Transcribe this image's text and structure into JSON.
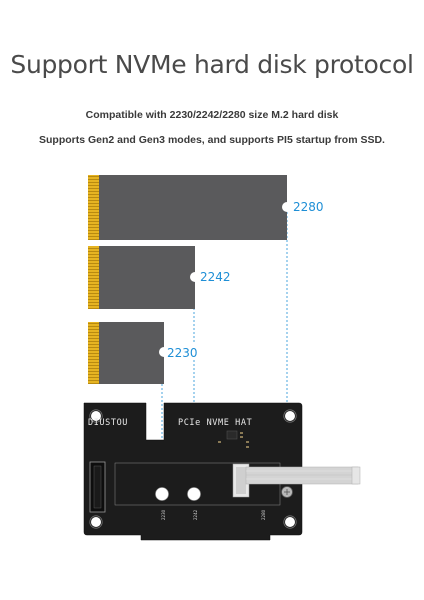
{
  "page": {
    "title": "Support NVMe hard disk protocol",
    "subtitle_1": "Compatible with 2230/2242/2280 size M.2 hard disk",
    "subtitle_2": "Supports Gen2 and Gen3 modes, and supports PI5 startup from SSD."
  },
  "drives": [
    {
      "size": "2280"
    },
    {
      "size": "2242"
    },
    {
      "size": "2230"
    }
  ],
  "board": {
    "brand": "DIUSTOU",
    "name": "PCIe NVME HAT",
    "mount_labels": [
      "2230",
      "2242",
      "2280"
    ]
  },
  "colors": {
    "accent": "#1f8fd6",
    "ssd": "#5a5a5c",
    "gold": "#e6b422",
    "pcb": "#1c1c1c",
    "ribbon": "#d4d4d4"
  }
}
